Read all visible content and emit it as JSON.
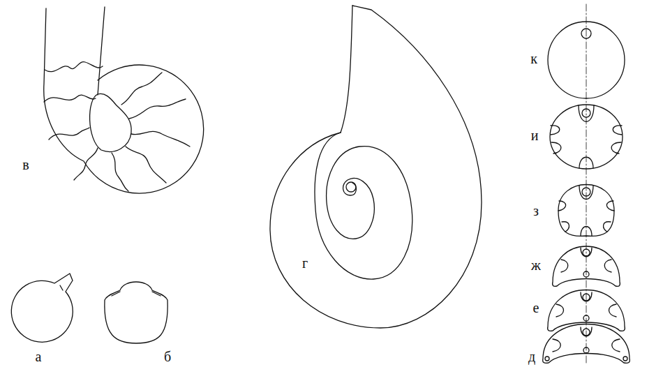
{
  "diagram": {
    "labels": [
      "в",
      "к",
      "и",
      "з",
      "ж",
      "е",
      "д",
      "а",
      "б",
      "г"
    ]
  }
}
